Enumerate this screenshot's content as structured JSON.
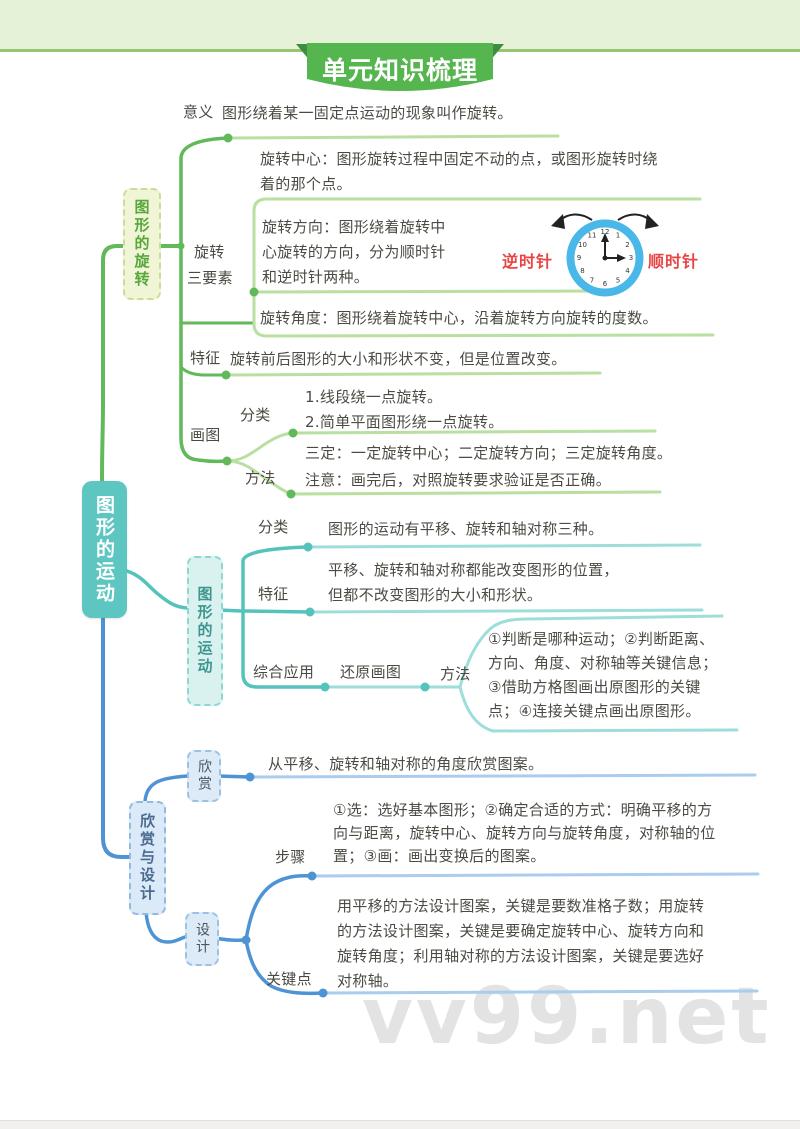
{
  "banner": {
    "title": "单元知识梳理"
  },
  "watermark": "vv99.net",
  "root": {
    "label": "图形的运动"
  },
  "branch_rotation": {
    "node": "图形的旋转",
    "meaning_label": "意义",
    "meaning_text": "图形绕着某一固定点运动的现象叫作旋转。",
    "three_elements_label_1": "旋转",
    "three_elements_label_2": "三要素",
    "center_text": "旋转中心：图形旋转过程中固定不动的点，或图形旋转时绕着的那个点。",
    "direction_text": "旋转方向：图形绕着旋转中心旋转的方向，分为顺时针和逆时针两种。",
    "ccw_label": "逆时针",
    "cw_label": "顺时针",
    "angle_text": "旋转角度：图形绕着旋转中心，沿着旋转方向旋转的度数。",
    "feature_label": "特征",
    "feature_text": "旋转前后图形的大小和形状不变，但是位置改变。",
    "draw_label": "画图",
    "class_label": "分类",
    "class_item1": "1.线段绕一点旋转。",
    "class_item2": "2.简单平面图形绕一点旋转。",
    "method_label": "方法",
    "method_line1": "三定：一定旋转中心；二定旋转方向；三定旋转角度。",
    "method_line2": "注意：画完后，对照旋转要求验证是否正确。"
  },
  "branch_movement": {
    "node": "图形的运动",
    "class_label": "分类",
    "class_text": "图形的运动有平移、旋转和轴对称三种。",
    "feature_label": "特征",
    "feature_text": "平移、旋转和轴对称都能改变图形的位置，但都不改变图形的大小和形状。",
    "applied_label": "综合应用",
    "restore_label": "还原画图",
    "method_label": "方法",
    "method_text": "①判断是哪种运动；②判断距离、方向、角度、对称轴等关键信息；③借助方格图画出原图形的关键点；④连接关键点画出原图形。"
  },
  "branch_design": {
    "node": "欣赏与设计",
    "appreciate_label": "欣赏",
    "appreciate_text": "从平移、旋转和轴对称的角度欣赏图案。",
    "design_label": "设计",
    "steps_label": "步骤",
    "steps_text": "①选：选好基本图形；②确定合适的方式：明确平移的方向与距离，旋转中心、旋转方向与旋转角度，对称轴的位置；③画：画出变换后的图案。",
    "keypoints_label": "关键点",
    "keypoints_text": "用平移的方法设计图案，关键是要数准格子数；用旋转的方法设计图案，关键是要确定旋转中心、旋转方向和旋转角度；利用轴对称的方法设计图案，关键是要选好对称轴。"
  },
  "clock": {
    "numbers": [
      "12",
      "1",
      "2",
      "3",
      "4",
      "5",
      "6",
      "7",
      "8",
      "9",
      "10",
      "11"
    ]
  },
  "colors": {
    "green": "#61b95a",
    "green_light": "#b9dfa1",
    "teal": "#55c3bc",
    "teal_light": "#9ededa",
    "blue": "#4e93d4",
    "blue_light": "#a9cdec",
    "red": "#e84545",
    "banner_green": "#55b54e",
    "clock_ring": "#49b8e8"
  }
}
